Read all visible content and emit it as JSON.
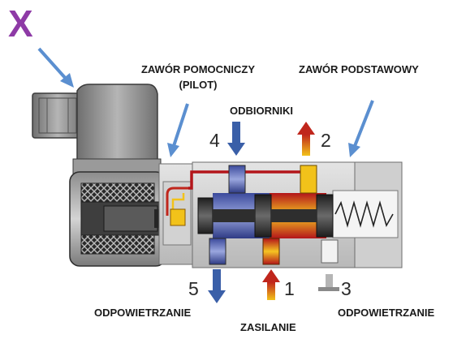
{
  "corner_mark": "X",
  "labels": {
    "pilot_valve_line1": "ZAWÓR POMOCNICZY",
    "pilot_valve_line2": "(PILOT)",
    "main_valve": "ZAWÓR PODSTAWOWY",
    "receivers": "ODBIORNIKI",
    "exhaust_left": "ODPOWIETRZANIE",
    "supply": "ZASILANIE",
    "exhaust_right": "ODPOWIETRZANIE"
  },
  "ports": {
    "p4": "4",
    "p2": "2",
    "p5": "5",
    "p1": "1",
    "p3": "3"
  },
  "colors": {
    "mark": "#8e3aa6",
    "pointer": "#5b8fd0",
    "exhaust_blue": "#3a5fa8",
    "pressure_red": "#c0261c",
    "pressure_yellow": "#f2c21a",
    "body_gray": "#c9c9c9"
  }
}
